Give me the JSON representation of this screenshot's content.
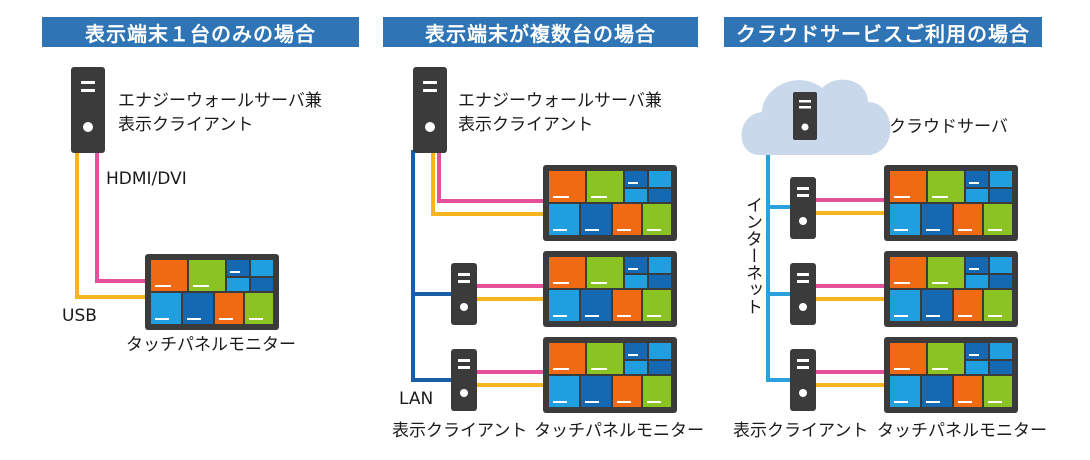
{
  "headers": [
    "表示端末１台のみの場合",
    "表示端末が複数台の場合",
    "クラウドサービスご利用の場合"
  ],
  "labels": {
    "server_line1": "エナジーウォールサーバ兼",
    "server_line2": "表示クライアント",
    "hdmi": "HDMI/DVI",
    "usb": "USB",
    "monitor": "タッチパネルモニター",
    "lan": "LAN",
    "client": "表示クライアント",
    "cloud_server": "クラウドサーバ",
    "internet": "インターネット"
  },
  "colors": {
    "header_bg": "#2f74b5",
    "hdmi_cable": "#e4519a",
    "usb_cable": "#f6b51d",
    "lan_cable": "#1a5ea8",
    "internet_cable": "#2aa0dc",
    "device": "#3b3b3b",
    "cloud": "#c9d8ea",
    "tile_orange": "#f06a14",
    "tile_green": "#8bc322",
    "tile_blue": "#1f9fe0",
    "tile_darkblue": "#1569b3"
  }
}
